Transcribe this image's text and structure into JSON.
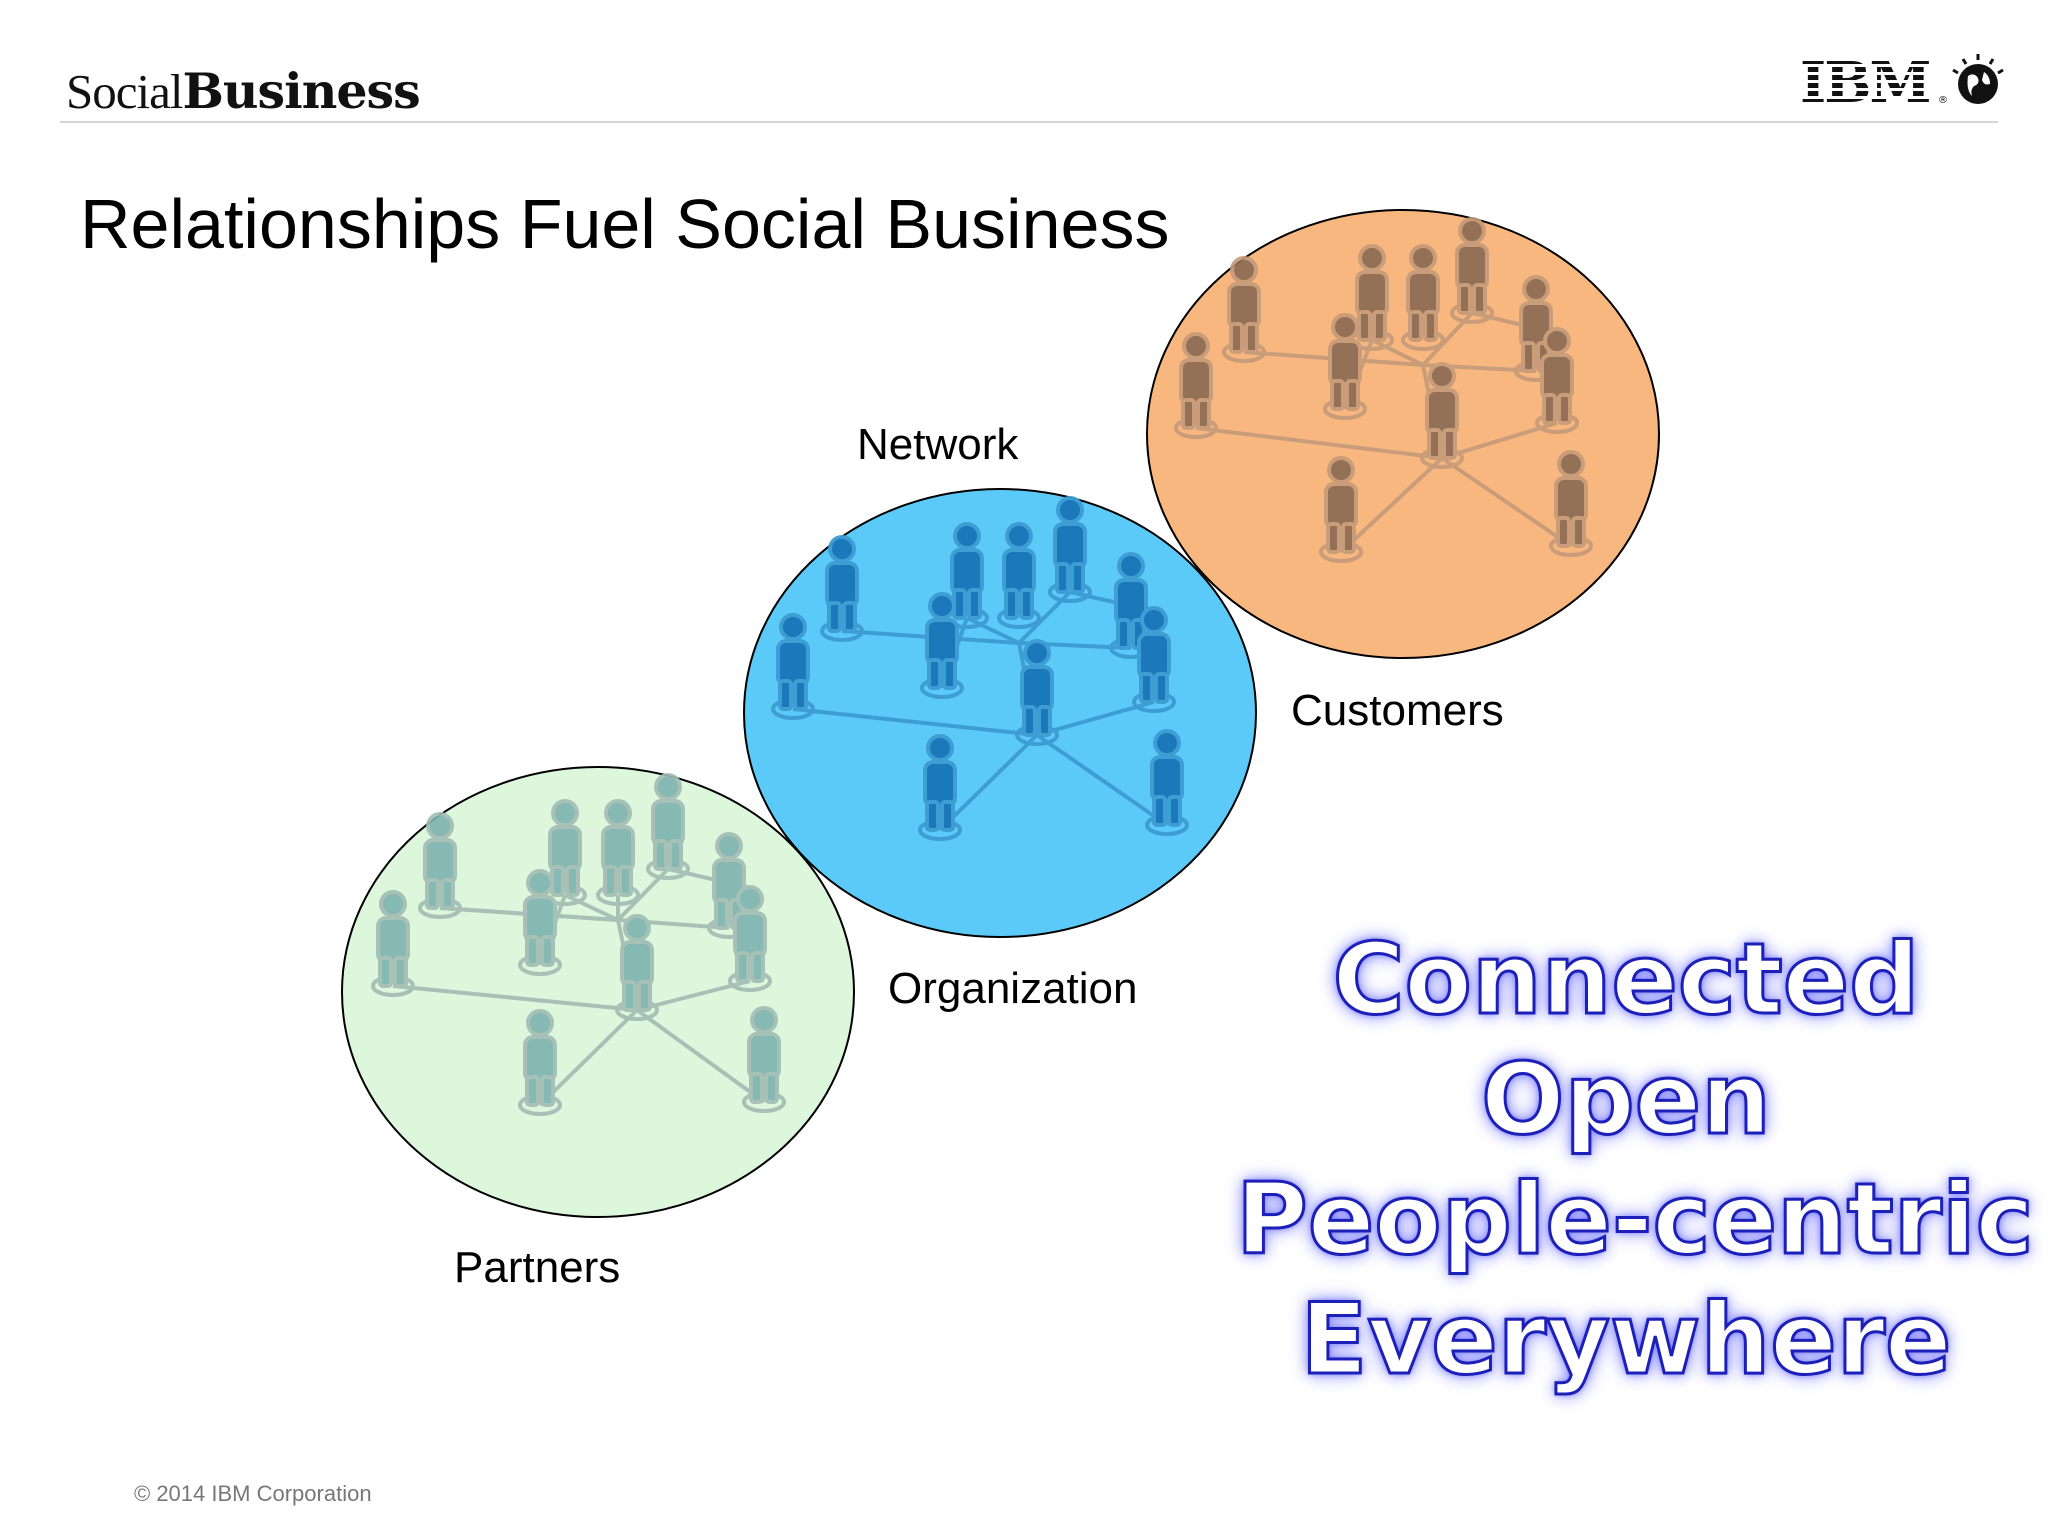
{
  "header": {
    "brand_light": "Social",
    "brand_bold": "Business",
    "logo_text": "IBM",
    "logo_mark": "®"
  },
  "title": "Relationships Fuel Social Business",
  "diagram": {
    "circles": [
      {
        "label": "Partners",
        "color": "#dcf7dc",
        "people_color": "#6aa8a6"
      },
      {
        "label": "Organization",
        "color": "#5ccaf8",
        "people_color": "#1874b8"
      },
      {
        "label": "Customers",
        "color": "#f8b77e",
        "people_color": "#8a6a52"
      }
    ],
    "network_label": "Network"
  },
  "values": [
    "Connected",
    "Open",
    "People-centric",
    "Everywhere"
  ],
  "footer": "© 2014 IBM Corporation",
  "icons": [
    "ibm-logo",
    "ibm-globe-icon"
  ],
  "colors": {
    "value_outline": "#1c1fb8",
    "value_glow": "#8f91ff",
    "rule": "#d4d4d4"
  }
}
